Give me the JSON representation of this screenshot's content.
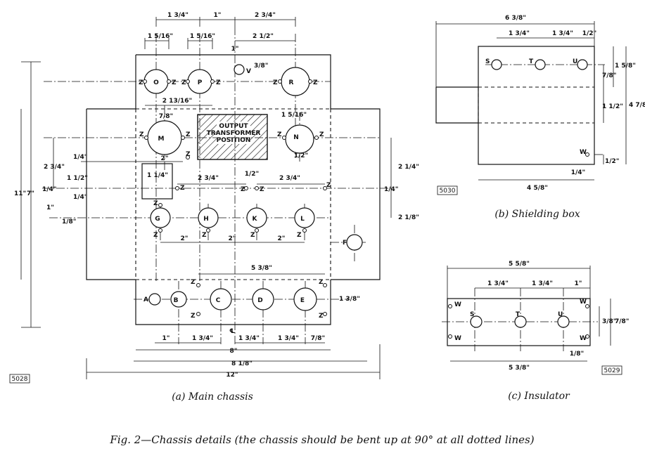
{
  "caption": "Fig. 2—Chassis details (the chassis should be bent up at 90° at all dotted lines)",
  "main_chassis": {
    "caption": "(a) Main chassis",
    "ref": "5028",
    "transformer_label": [
      "OUTPUT",
      "TRANSFORMER",
      "POSITION"
    ],
    "holes": [
      "O",
      "P",
      "R",
      "V",
      "M",
      "N",
      "G",
      "H",
      "K",
      "L",
      "F",
      "A",
      "B",
      "C",
      "D",
      "E"
    ],
    "z_mark": "Z",
    "centre_mark": "℄",
    "dims": {
      "top_1": "1 3/4\"",
      "top_2": "1\"",
      "top_3": "2 3/4\"",
      "o_p_1": "1 5/16\"",
      "o_p_2": "1 5/16\"",
      "p_r": "2 1/2\"",
      "v_1": "1\"",
      "v_2": "3/8\"",
      "zz_span": "2 13/16\"",
      "m_tag": "7/8\"",
      "n_tag": "1 5/16\"",
      "n_lower": "1/2\"",
      "left_11": "11\"",
      "left_7": "7\"",
      "left_2_3_4": "2 3/4\"",
      "left_1_4": "1/4\"",
      "left_1_2": "1 1/2\"",
      "left_1": "1\"",
      "left_1_8": "1/8\"",
      "left_1_8b": "1/4\"",
      "m_2": "2\"",
      "box_1_4": "1 1/4\"",
      "mid_1": "2 3/4\"",
      "mid_2": "1/2\"",
      "mid_3": "2 3/4\"",
      "right_2_1_4": "2 1/4\"",
      "right_1_4": "1/4\"",
      "right_2_1_8": "2 1/8\"",
      "g_h": "2\"",
      "h_k": "2\"",
      "k_l": "2\"",
      "five_3_8": "5 3/8\"",
      "e_1_3_8": "1 3/8\"",
      "bottom_1": "1\"",
      "bottom_2": "1 3/4\"",
      "bottom_3": "1 3/4\"",
      "bottom_4": "1 3/4\"",
      "bottom_5": "7/8\"",
      "bottom_8": "8\"",
      "bottom_8_1_8": "8 1/8\"",
      "bottom_12": "12\""
    }
  },
  "shielding_box": {
    "caption": "(b) Shielding box",
    "ref": "5030",
    "holes": [
      "S",
      "T",
      "U",
      "W"
    ],
    "dims": {
      "width_top": "6 3/8\"",
      "s_t": "1 3/4\"",
      "t_u": "1 3/4\"",
      "u_edge": "1/2\"",
      "r_1_5_8": "1 5/8\"",
      "r_7_8": "7/8\"",
      "r_1_1_2": "1 1/2\"",
      "r_4_7_8": "4 7/8\"",
      "w_1_2": "1/2\"",
      "w_1_4": "1/4\"",
      "width_bottom": "4 5/8\""
    }
  },
  "insulator": {
    "caption": "(c) Insulator",
    "ref": "5029",
    "holes": [
      "W",
      "S",
      "T",
      "U"
    ],
    "dims": {
      "width_top": "5 5/8\"",
      "s_t": "1 3/4\"",
      "t_u": "1 3/4\"",
      "u_edge": "1\"",
      "r_3_8": "3/8\"",
      "r_7_8": "7/8\"",
      "b_1_8": "1/8\"",
      "width_bottom": "5 3/8\""
    }
  }
}
